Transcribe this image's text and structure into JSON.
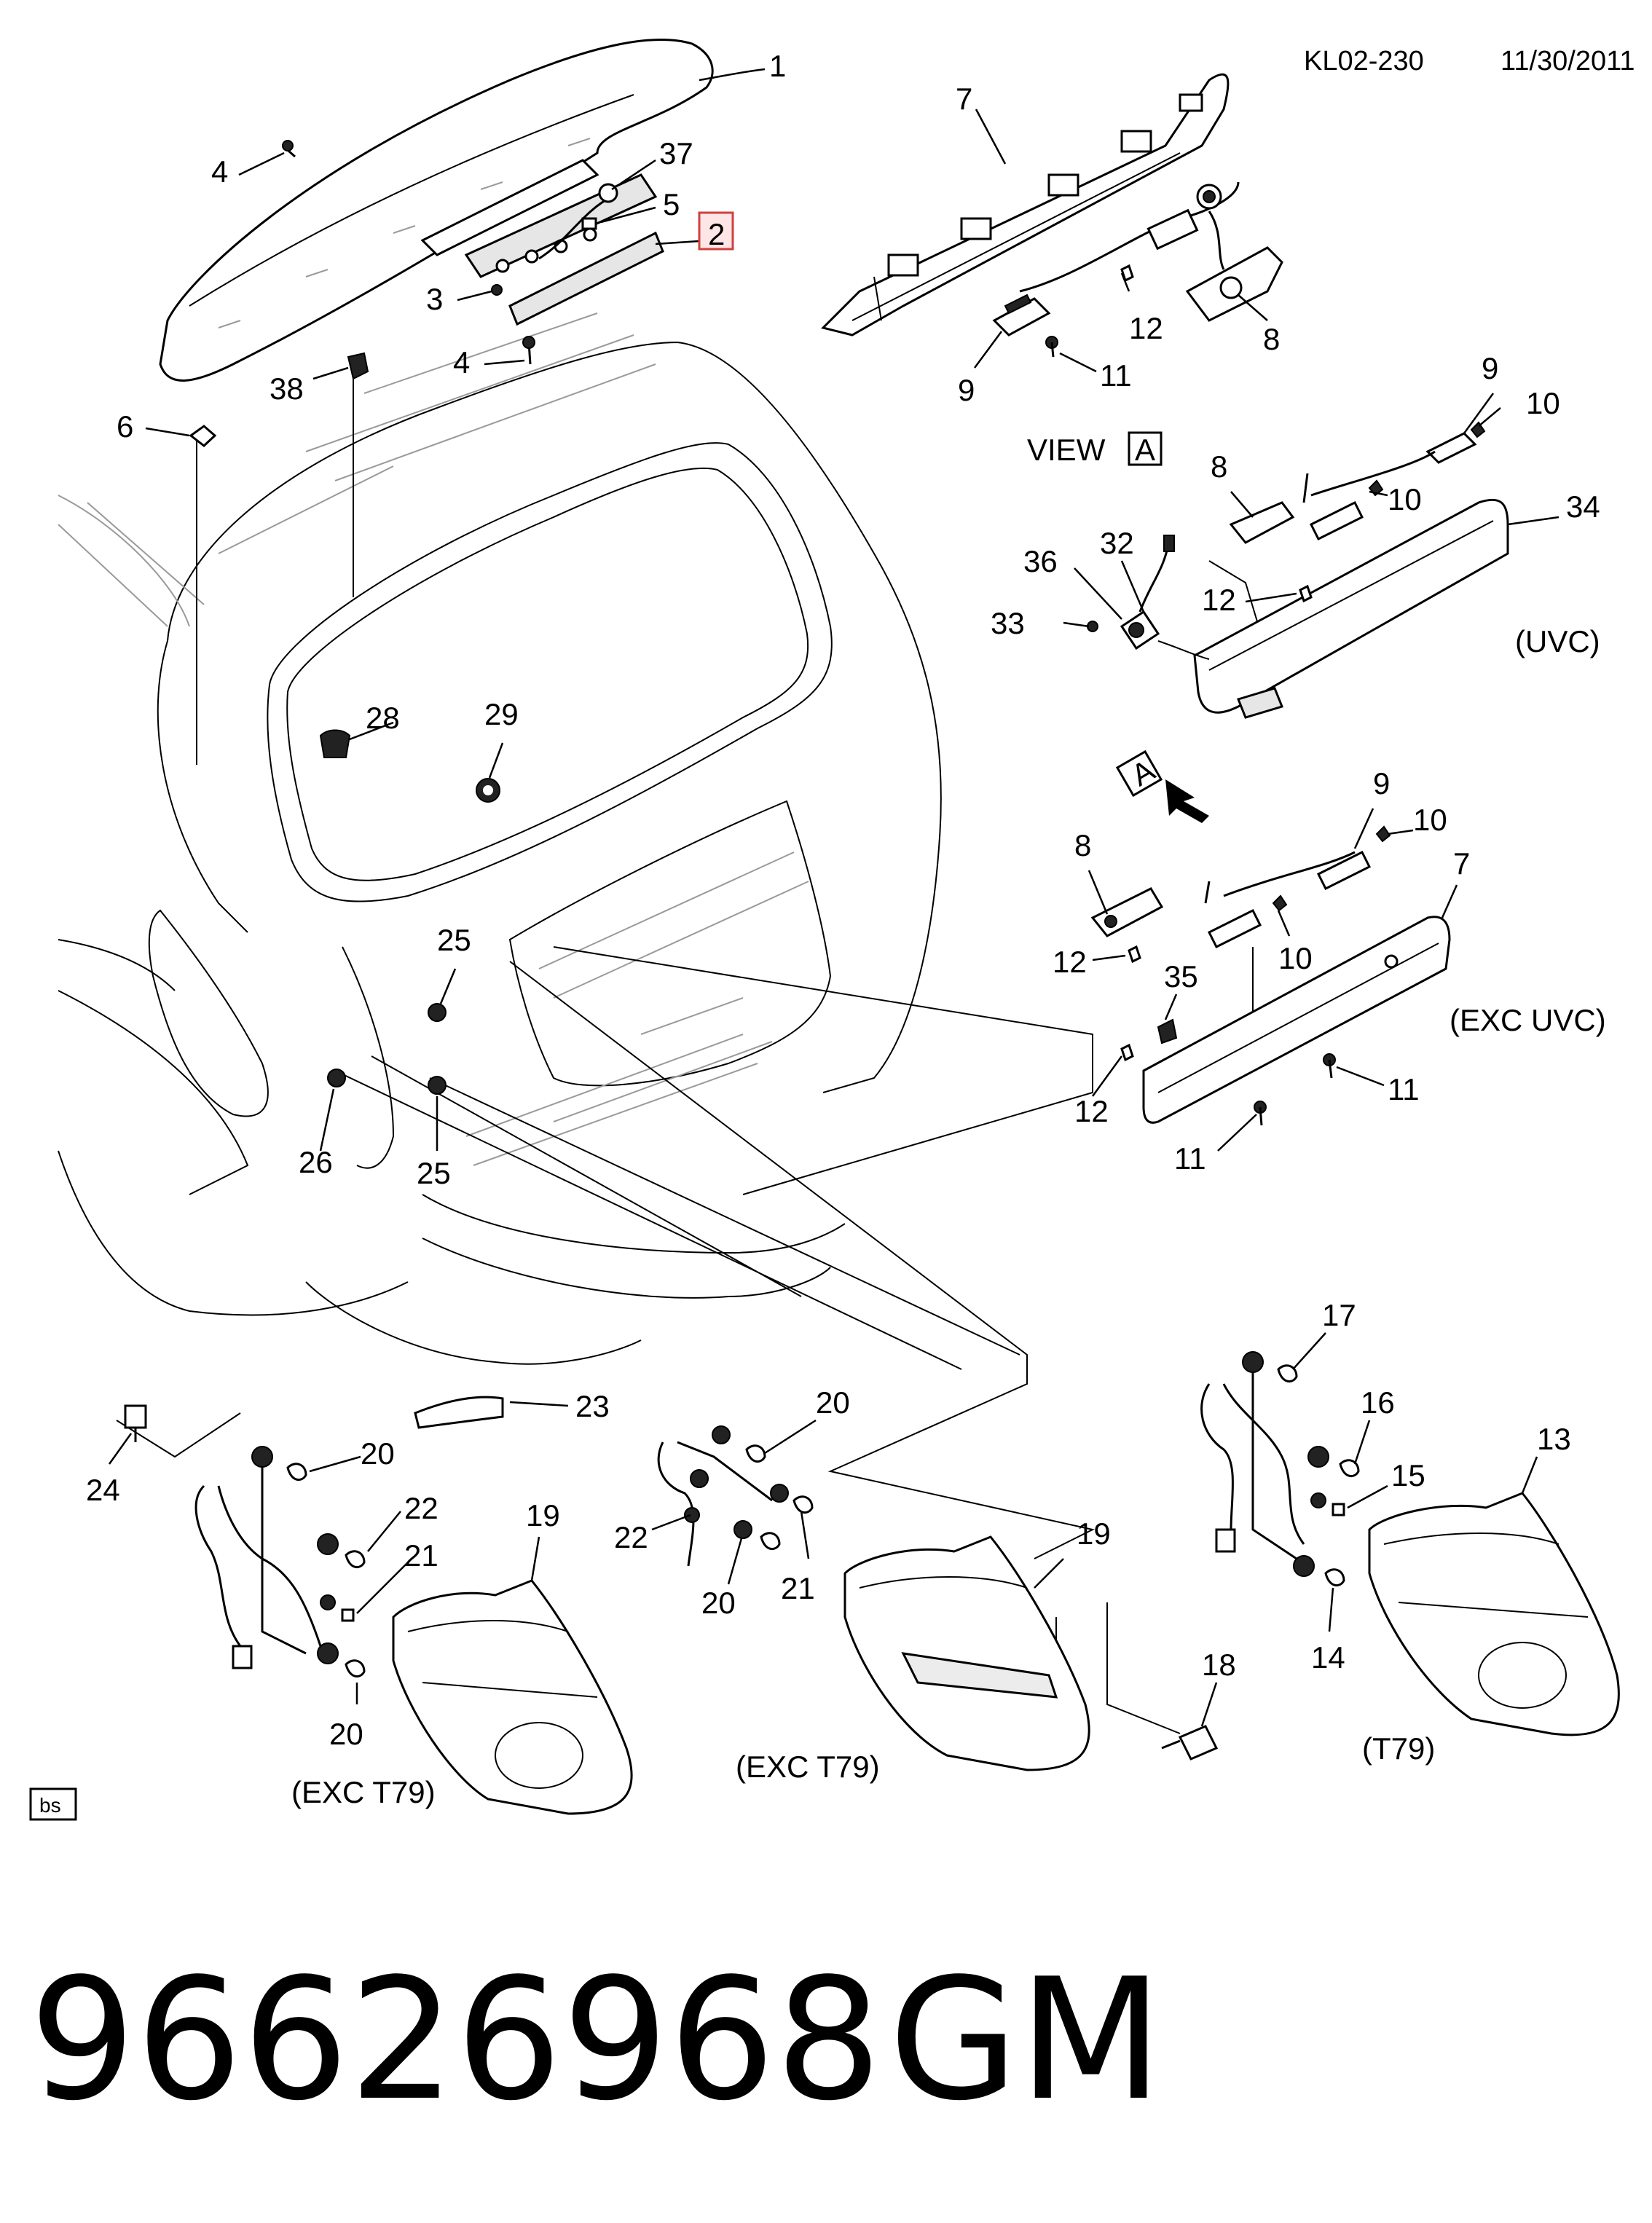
{
  "header": {
    "code": "KL02-230",
    "date": "11/30/2011"
  },
  "view_label": {
    "text": "VIEW",
    "letter": "A"
  },
  "view_arrow_letter": "A",
  "variant_labels": {
    "uvc": "(UVC)",
    "exc_uvc": "(EXC UVC)",
    "exc_t79_left": "(EXC T79)",
    "exc_t79_center": "(EXC T79)",
    "t79": "(T79)"
  },
  "source_tag": "bs",
  "highlighted_callout": "2",
  "callouts": {
    "c1": "1",
    "c37": "37",
    "c5": "5",
    "c2": "2",
    "c4a": "4",
    "c3": "3",
    "c4b": "4",
    "c38": "38",
    "c6": "6",
    "c7a": "7",
    "c12a": "12",
    "c8a": "8",
    "c9a": "9",
    "c11a": "11",
    "c9b": "9",
    "c10a": "10",
    "c8b": "8",
    "c10b": "10",
    "c34": "34",
    "c32": "32",
    "c36": "36",
    "c33": "33",
    "c12b": "12",
    "c28": "28",
    "c29": "29",
    "c9c": "9",
    "c10c": "10",
    "c8c": "8",
    "c7b": "7",
    "c10d": "10",
    "c12c": "12",
    "c35": "35",
    "c12d": "12",
    "c11b": "11",
    "c11c": "11",
    "c25a": "25",
    "c26": "26",
    "c25b": "25",
    "c17": "17",
    "c16": "16",
    "c15": "15",
    "c13": "13",
    "c14": "14",
    "c18": "18",
    "c23": "23",
    "c24": "24",
    "c20a": "20",
    "c22a": "22",
    "c21a": "21",
    "c20b": "20",
    "c19a": "19",
    "c20c": "20",
    "c22b": "22",
    "c20d": "20",
    "c21b": "21",
    "c19b": "19"
  },
  "footer": {
    "part_number": "96626968",
    "brand": "GM"
  }
}
